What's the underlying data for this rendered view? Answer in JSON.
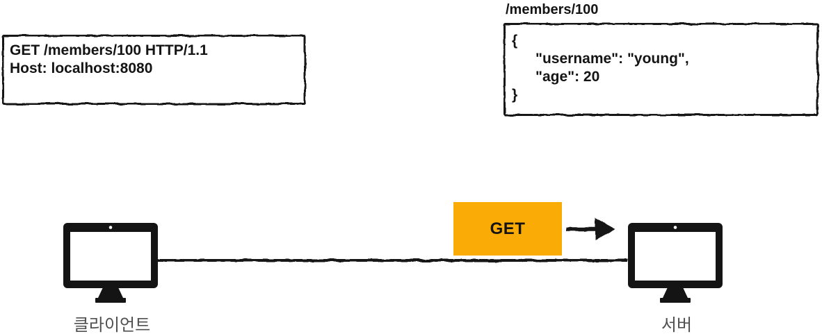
{
  "request_box": {
    "line1": "GET /members/100 HTTP/1.1",
    "line2": "Host: localhost:8080"
  },
  "response_box": {
    "path_label": "/members/100",
    "json_lines": [
      "{",
      "\"username\": \"young\",",
      "\"age\": 20",
      "}"
    ]
  },
  "flow": {
    "method_label": "GET"
  },
  "nodes": {
    "client_label": "클라이언트",
    "server_label": "서버"
  },
  "icons": {
    "client": "desktop-computer-icon",
    "server": "desktop-computer-icon",
    "arrow": "right-arrow-icon"
  },
  "colors": {
    "method_box": "#FBAB05",
    "ink": "#141414",
    "node_label": "#4F4F4F",
    "background": "#FFFFFF"
  }
}
